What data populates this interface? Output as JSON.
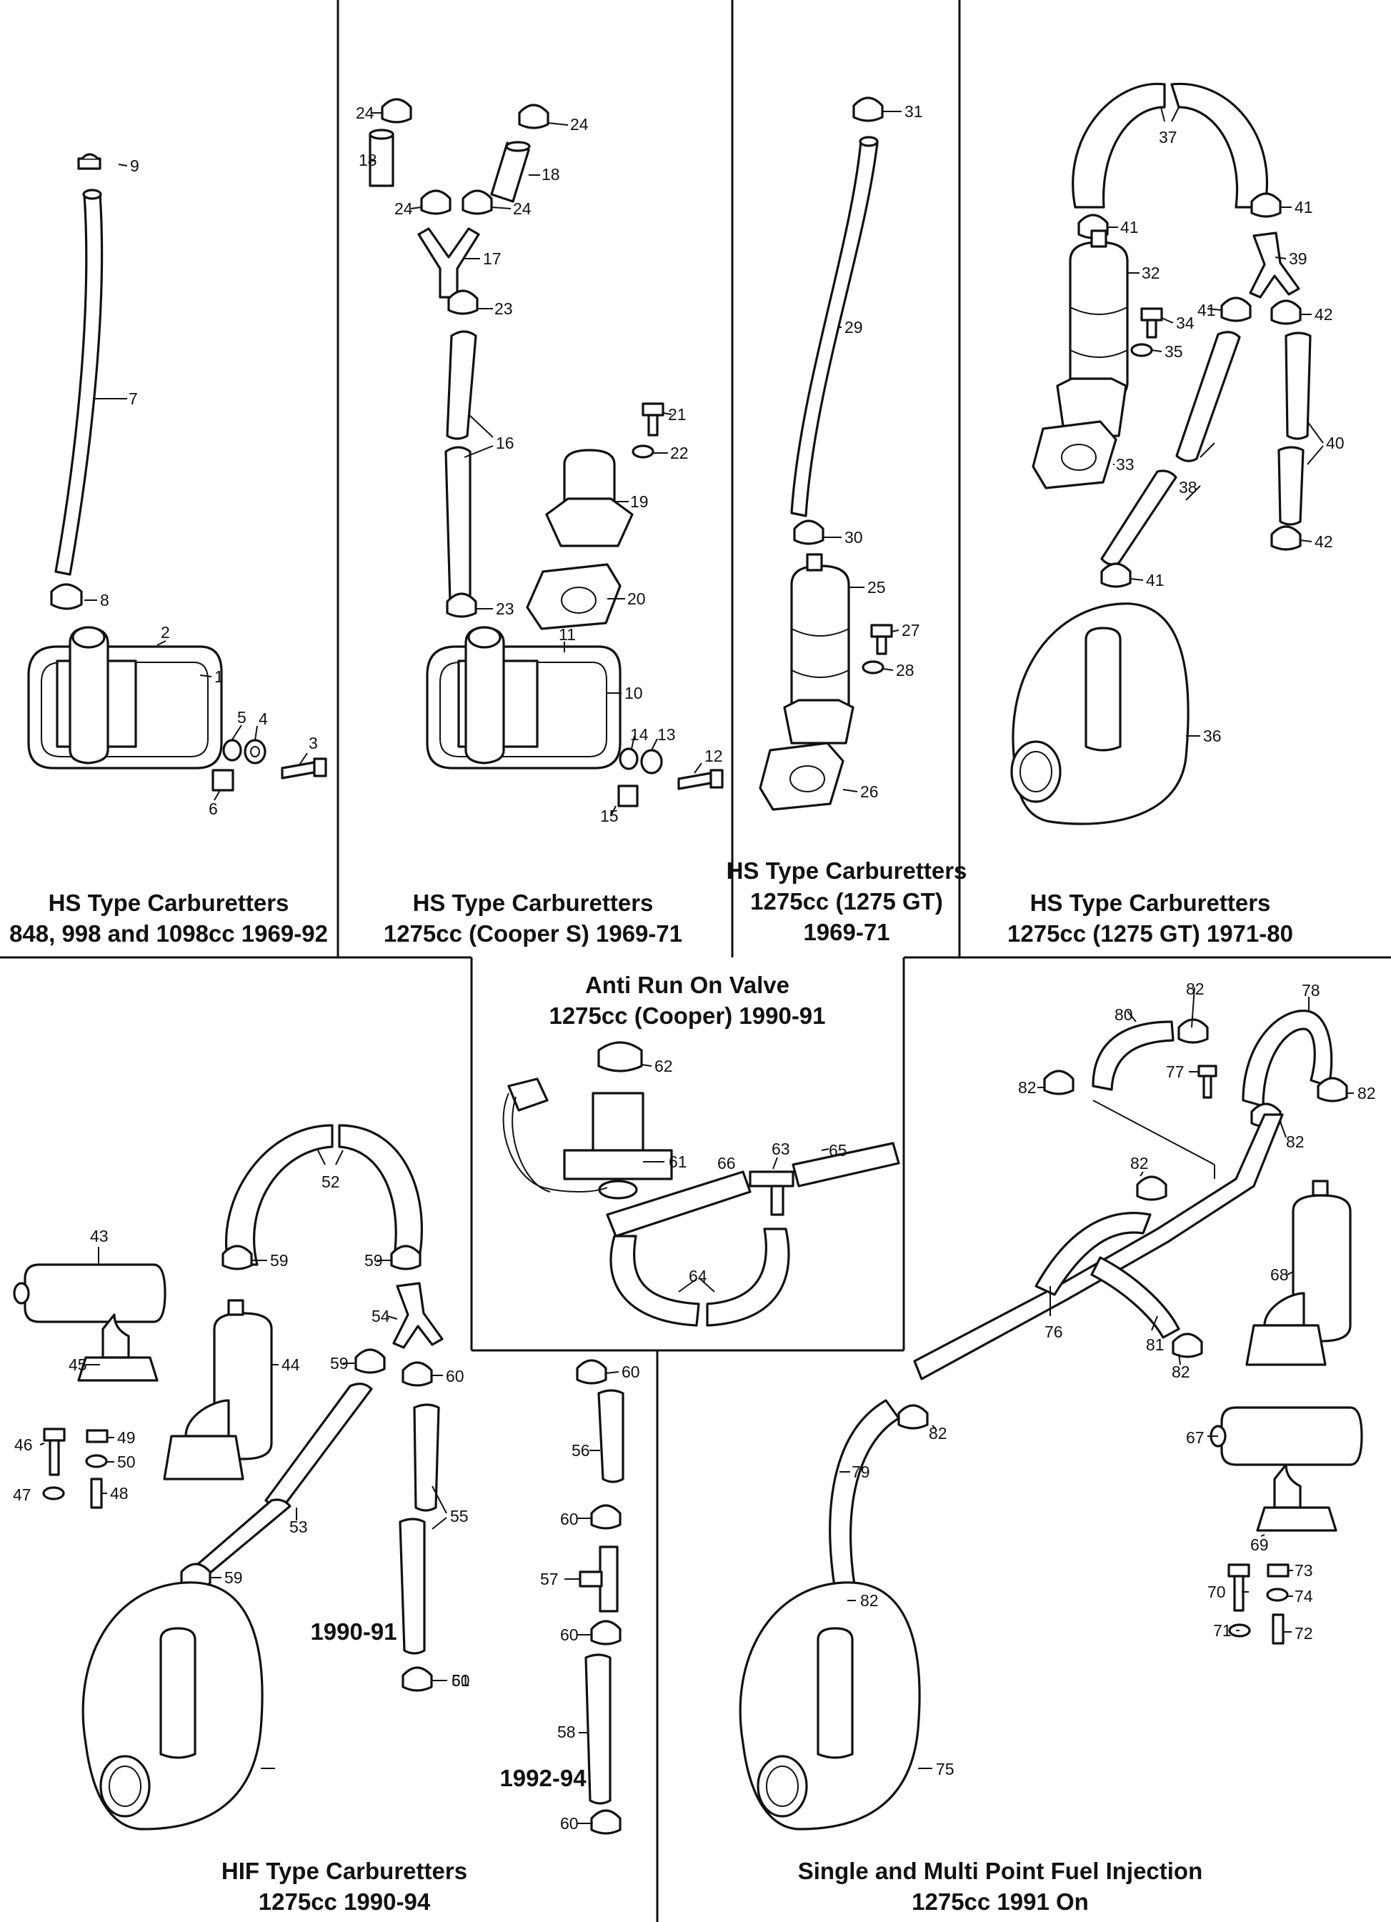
{
  "panels": [
    {
      "id": "p1",
      "caption": [
        "HS Type Carburetters",
        "848, 998 and 1098cc 1969-92"
      ],
      "parts": [
        "9",
        "7",
        "8",
        "2",
        "1",
        "5",
        "4",
        "3",
        "6"
      ]
    },
    {
      "id": "p2",
      "caption": [
        "HS Type Carburetters",
        "1275cc (Cooper S) 1969-71"
      ],
      "parts": [
        "24",
        "24",
        "18",
        "18",
        "24",
        "24",
        "17",
        "23",
        "16",
        "21",
        "22",
        "19",
        "20",
        "23",
        "11",
        "10",
        "14",
        "13",
        "12",
        "15"
      ]
    },
    {
      "id": "p3",
      "caption": [
        "HS Type Carburetters",
        "1275cc (1275 GT)",
        "1969-71"
      ],
      "parts": [
        "31",
        "29",
        "30",
        "25",
        "27",
        "28",
        "26"
      ]
    },
    {
      "id": "p4",
      "caption": [
        "HS Type Carburetters",
        "1275cc (1275 GT) 1971-80"
      ],
      "parts": [
        "37",
        "41",
        "41",
        "32",
        "39",
        "41",
        "34",
        "42",
        "35",
        "33",
        "40",
        "38",
        "42",
        "41",
        "36"
      ]
    },
    {
      "id": "p5",
      "caption": [
        "HIF Type Carburetters",
        "1275cc 1990-94"
      ],
      "parts": [
        "52",
        "43",
        "59",
        "59",
        "54",
        "45",
        "44",
        "59",
        "60",
        "46",
        "49",
        "50",
        "47",
        "48",
        "53",
        "55",
        "59",
        "51"
      ],
      "annotations": [
        "1990-91",
        "1992-94"
      ],
      "sub_parts": [
        "60",
        "56",
        "60",
        "57",
        "60",
        "58",
        "60",
        "60"
      ]
    },
    {
      "id": "p6",
      "caption": [
        "Anti Run On Valve",
        "1275cc (Cooper) 1990-91"
      ],
      "parts": [
        "62",
        "61",
        "66",
        "63",
        "65",
        "64"
      ]
    },
    {
      "id": "p7",
      "caption": [
        "Single and Multi Point Fuel Injection",
        "1275cc 1991 On"
      ],
      "parts": [
        "82",
        "78",
        "80",
        "77",
        "82",
        "82",
        "82",
        "82",
        "68",
        "76",
        "81",
        "82",
        "82",
        "79",
        "67",
        "69",
        "73",
        "70",
        "74",
        "71",
        "72",
        "82",
        "75"
      ]
    }
  ]
}
